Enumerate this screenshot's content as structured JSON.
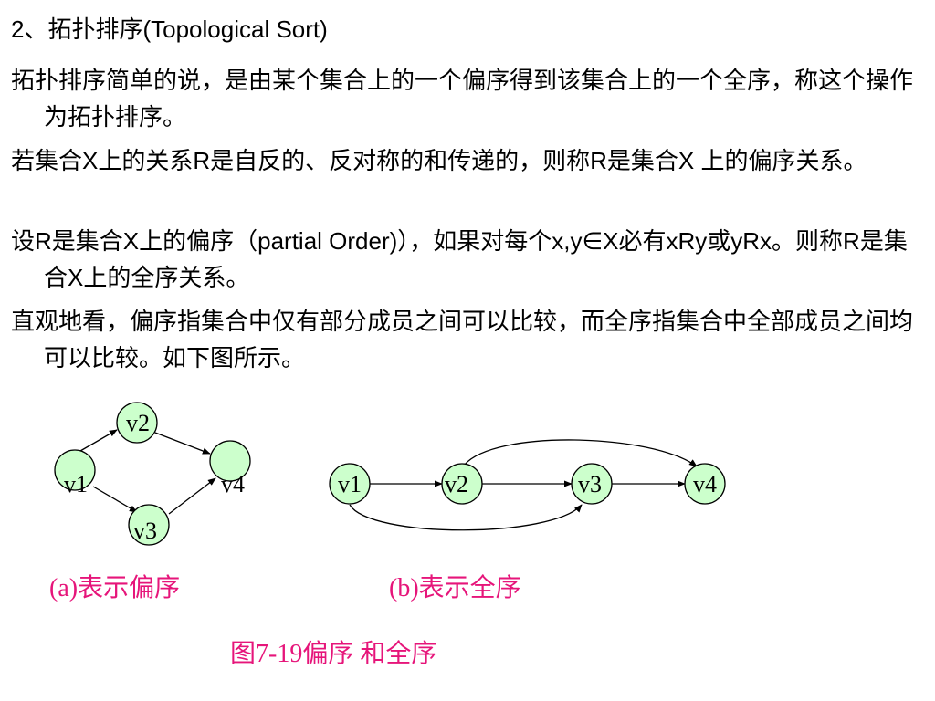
{
  "heading": {
    "number": "2",
    "text": "、拓扑排序(Topological Sort)"
  },
  "paragraphs": [
    "拓扑排序简单的说，是由某个集合上的一个偏序得到该集合上的一个全序，称这个操作为拓扑排序。",
    "若集合X上的关系R是自反的、反对称的和传递的，则称R是集合X 上的偏序关系。",
    "设R是集合X上的偏序（partial Order)），如果对每个x,y∈X必有xRy或yRx。则称R是集合X上的全序关系。",
    "直观地看，偏序指集合中仅有部分成员之间可以比较，而全序指集合中全部成员之间均可以比较。如下图所示。"
  ],
  "figure_a": {
    "nodes": [
      "v1",
      "v2",
      "v3",
      "v4"
    ],
    "caption": "(a)表示偏序"
  },
  "figure_b": {
    "nodes": [
      "v1",
      "v2",
      "v3",
      "v4"
    ],
    "caption": "(b)表示全序"
  },
  "figure_caption": "图7-19偏序 和全序",
  "colors": {
    "node_fill": "#ccffcc",
    "caption": "#e6157a"
  }
}
